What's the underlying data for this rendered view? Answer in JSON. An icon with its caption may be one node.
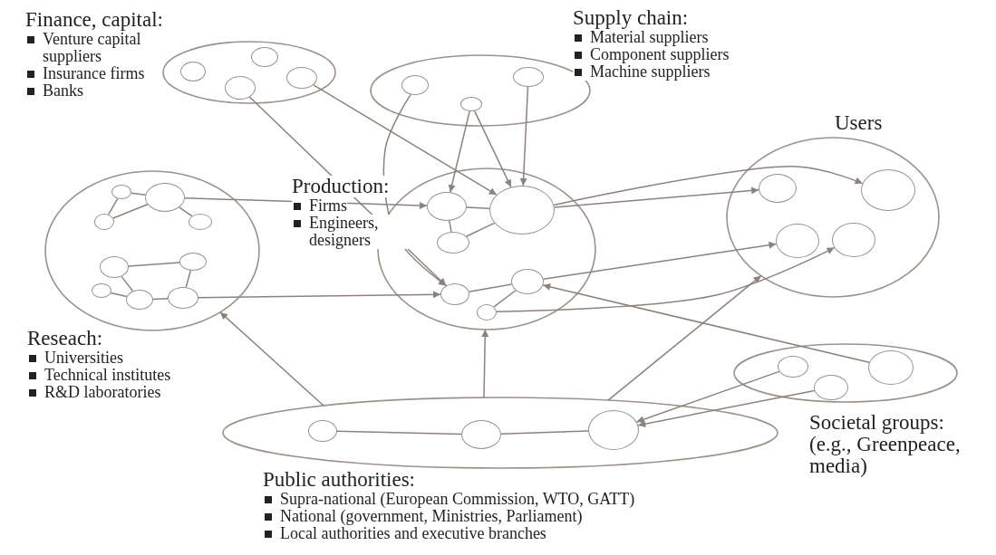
{
  "diagram": {
    "nodes": [
      {
        "text": [
          "Finance, capital:",
          "Venture capital suppliers",
          "Insurance firms",
          "Banks"
        ]
      },
      {
        "text": [],
        "shape": "circle",
        "in": 0
      },
      {
        "text": [],
        "shape": "circle",
        "in": 0
      },
      {
        "text": [],
        "shape": "circle",
        "in": 0
      },
      {
        "text": [],
        "shape": "circle",
        "in": 0
      },
      {
        "text": [
          "Supply chain:",
          "Material suppliers",
          "Component suppliers",
          "Machine suppliers"
        ]
      },
      {
        "text": [],
        "shape": "circle",
        "in": 5
      },
      {
        "text": [],
        "shape": "circle",
        "in": 5
      },
      {
        "text": [],
        "shape": "circle",
        "in": 5
      },
      {
        "text": [
          "Users"
        ]
      },
      {
        "text": [],
        "shape": "circle",
        "in": 9
      },
      {
        "text": [],
        "shape": "circle",
        "in": 9
      },
      {
        "text": [],
        "shape": "circle",
        "in": 9
      },
      {
        "text": [],
        "shape": "circle",
        "in": 9
      },
      {
        "text": [
          "Reseach:",
          "Universities",
          "Technical institutes",
          "R&D laboratories"
        ]
      },
      {
        "text": [],
        "shape": "circle",
        "in": 14
      },
      {
        "text": [],
        "shape": "circle",
        "in": 14
      },
      {
        "text": [],
        "shape": "circle",
        "in": 14
      },
      {
        "text": [],
        "shape": "circle",
        "in": 14
      },
      {
        "text": [],
        "shape": "circle",
        "in": 14
      },
      {
        "text": [],
        "shape": "circle",
        "in": 14
      },
      {
        "text": [],
        "shape": "circle",
        "in": 14
      },
      {
        "text": [],
        "shape": "circle",
        "in": 14
      },
      {
        "text": [],
        "shape": "circle",
        "in": 14
      },
      {
        "text": [
          "Production:",
          "Firms",
          "Engineers, designers"
        ]
      },
      {
        "text": [],
        "shape": "circle",
        "in": 24
      },
      {
        "text": [],
        "shape": "circle",
        "in": 24
      },
      {
        "text": [],
        "shape": "circle",
        "in": 24
      },
      {
        "text": [],
        "shape": "circle",
        "in": 24
      },
      {
        "text": [],
        "shape": "circle",
        "in": 24
      },
      {
        "text": [],
        "shape": "circle",
        "in": 24
      },
      {
        "text": [
          "Public authorities:",
          "Supra-national (European Commission, WTO, GATT)",
          "National (government, Ministries, Parliament)",
          "Local authorities and executive branches"
        ]
      },
      {
        "text": [],
        "shape": "circle",
        "in": 31
      },
      {
        "text": [],
        "shape": "circle",
        "in": 31
      },
      {
        "text": [],
        "shape": "circle",
        "in": 31
      },
      {
        "text": [
          "Societal groups:",
          "(e.g., Greenpeace, media)"
        ]
      },
      {
        "text": [],
        "shape": "circle",
        "in": 35
      },
      {
        "text": [],
        "shape": "circle",
        "in": 35
      },
      {
        "text": [],
        "shape": "circle",
        "in": 35
      }
    ],
    "edges": [
      {
        "from": 3,
        "to": 29,
        "arrow": "to"
      },
      {
        "from": 4,
        "to": 26,
        "arrow": "to"
      },
      {
        "from": 6,
        "to": 29,
        "arrow": "to"
      },
      {
        "from": 7,
        "to": 25,
        "arrow": "to"
      },
      {
        "from": 7,
        "to": 26,
        "arrow": "to"
      },
      {
        "from": 8,
        "to": 26,
        "arrow": "to"
      },
      {
        "from": 16,
        "to": 25,
        "arrow": "to"
      },
      {
        "from": 23,
        "to": 29,
        "arrow": "to"
      },
      {
        "from": 26,
        "to": 10,
        "arrow": "to"
      },
      {
        "from": 26,
        "to": 11,
        "arrow": "to"
      },
      {
        "from": 28,
        "to": 12,
        "arrow": "to"
      },
      {
        "from": 30,
        "to": 13,
        "arrow": "to"
      },
      {
        "from": 36,
        "to": 34,
        "arrow": "to"
      },
      {
        "from": 38,
        "to": 34,
        "arrow": "to"
      },
      {
        "from": 37,
        "to": 28,
        "arrow": "to"
      },
      {
        "from": 31,
        "to": 14,
        "arrow": "to"
      },
      {
        "from": 31,
        "to": 24,
        "arrow": "to"
      },
      {
        "from": 31,
        "to": 9,
        "arrow": "to"
      },
      {
        "from": 15,
        "to": 16,
        "arrow": "none"
      },
      {
        "from": 15,
        "to": 17,
        "arrow": "none"
      },
      {
        "from": 17,
        "to": 16,
        "arrow": "none"
      },
      {
        "from": 16,
        "to": 18,
        "arrow": "none"
      },
      {
        "from": 19,
        "to": 20,
        "arrow": "none"
      },
      {
        "from": 19,
        "to": 22,
        "arrow": "none"
      },
      {
        "from": 20,
        "to": 23,
        "arrow": "none"
      },
      {
        "from": 21,
        "to": 22,
        "arrow": "none"
      },
      {
        "from": 22,
        "to": 23,
        "arrow": "none"
      },
      {
        "from": 25,
        "to": 26,
        "arrow": "none"
      },
      {
        "from": 25,
        "to": 27,
        "arrow": "none"
      },
      {
        "from": 27,
        "to": 26,
        "arrow": "none"
      },
      {
        "from": 29,
        "to": 28,
        "arrow": "none"
      },
      {
        "from": 30,
        "to": 28,
        "arrow": "none"
      },
      {
        "from": 32,
        "to": 33,
        "arrow": "none"
      },
      {
        "from": 33,
        "to": 34,
        "arrow": "none"
      }
    ]
  }
}
